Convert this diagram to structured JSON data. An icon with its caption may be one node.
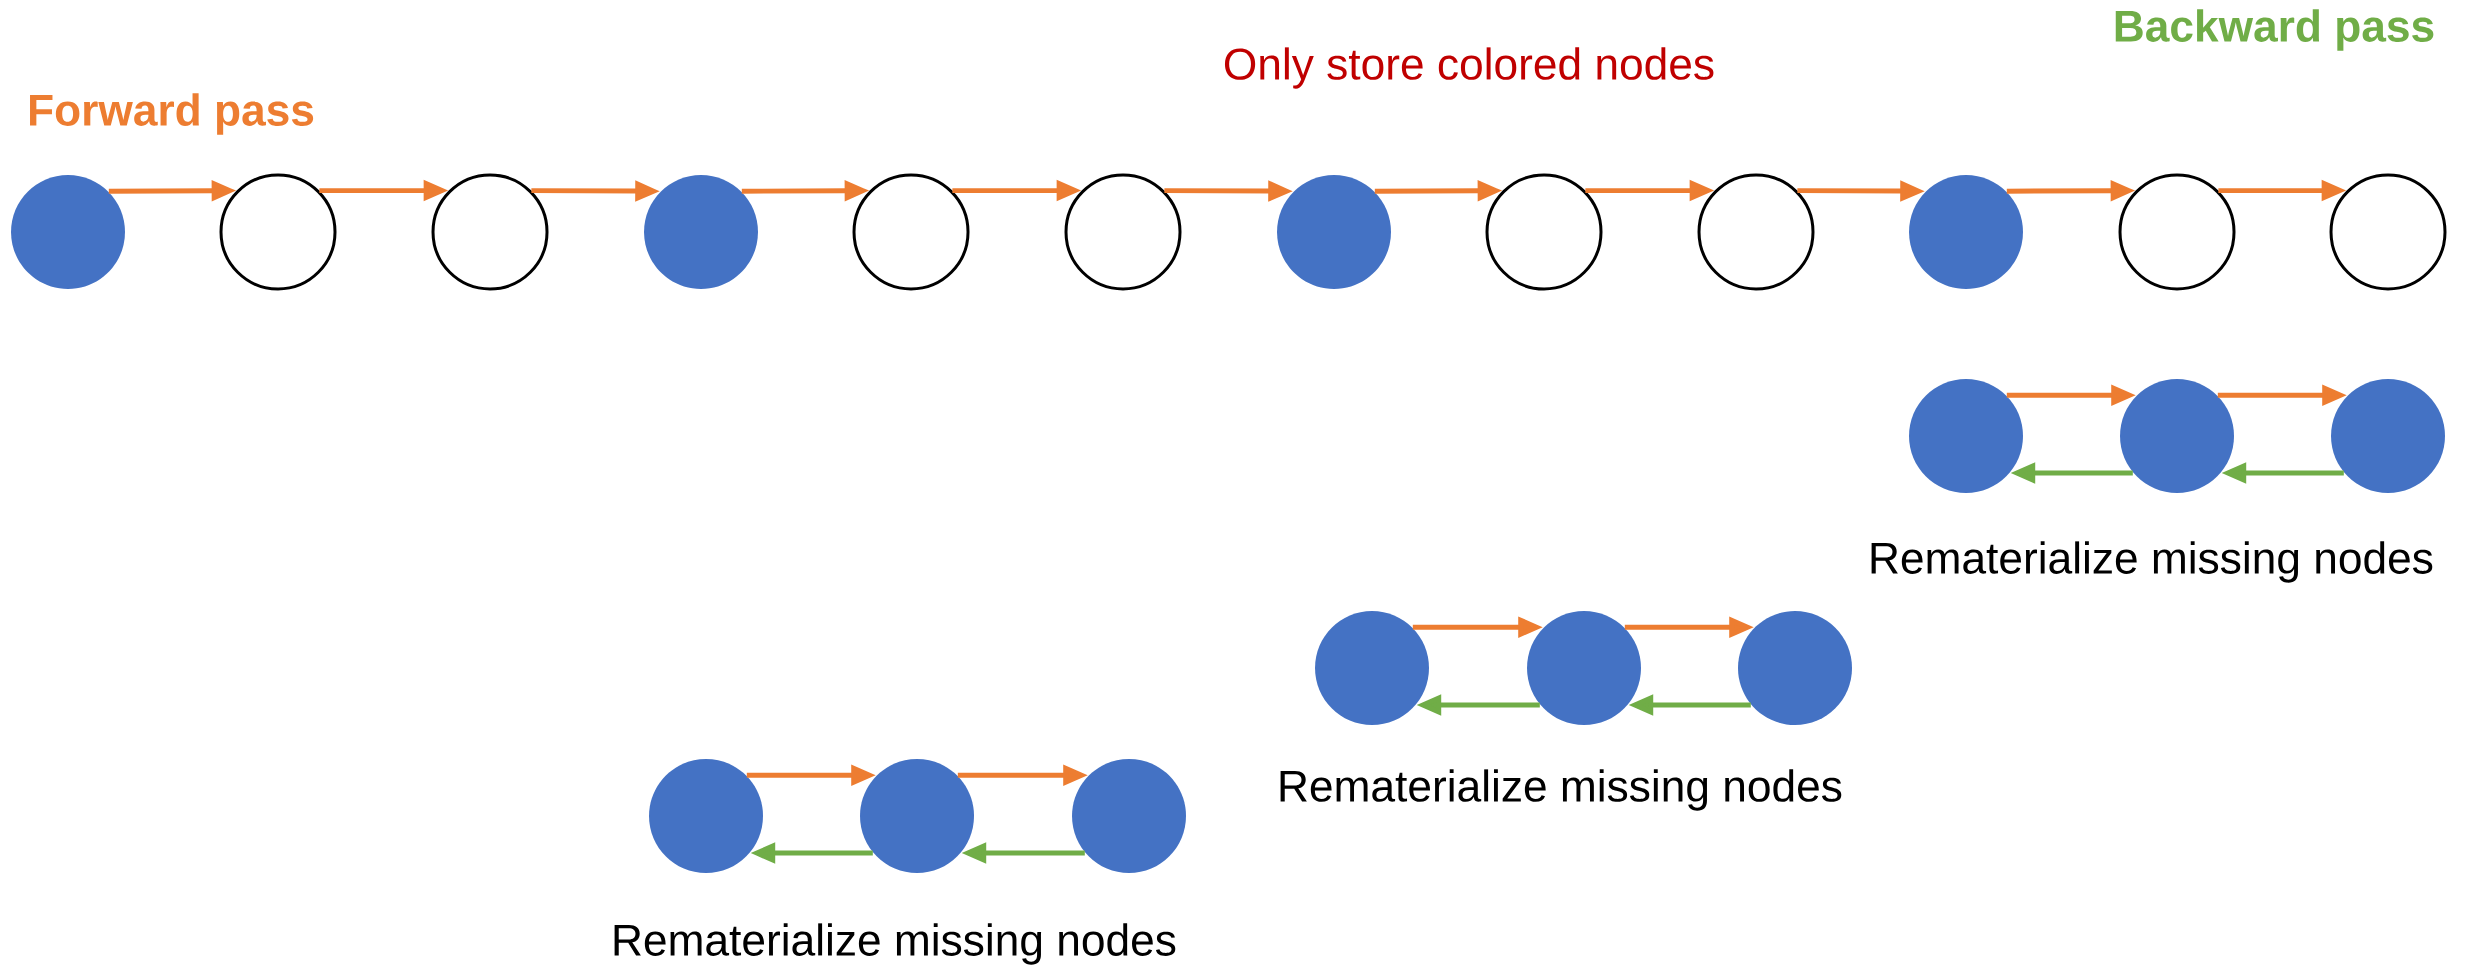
{
  "diagram": {
    "nodes": [
      {
        "text": [],
        "shape": "disc"
      },
      {
        "text": [],
        "shape": "circle"
      },
      {
        "text": [],
        "shape": "circle"
      },
      {
        "text": [],
        "shape": "disc"
      },
      {
        "text": [],
        "shape": "circle"
      },
      {
        "text": [],
        "shape": "circle"
      },
      {
        "text": [],
        "shape": "disc"
      },
      {
        "text": [],
        "shape": "circle"
      },
      {
        "text": [],
        "shape": "circle"
      },
      {
        "text": [],
        "shape": "disc"
      },
      {
        "text": [],
        "shape": "circle"
      },
      {
        "text": [],
        "shape": "circle"
      },
      {
        "text": [],
        "shape": "disc"
      },
      {
        "text": [],
        "shape": "disc"
      },
      {
        "text": [],
        "shape": "disc"
      },
      {
        "text": [],
        "shape": "disc"
      },
      {
        "text": [],
        "shape": "disc"
      },
      {
        "text": [],
        "shape": "disc"
      },
      {
        "text": [],
        "shape": "disc"
      },
      {
        "text": [],
        "shape": "disc"
      },
      {
        "text": [],
        "shape": "disc"
      }
    ],
    "edges": [
      {
        "from": 0,
        "to": 1,
        "arrow": "to"
      },
      {
        "from": 1,
        "to": 2,
        "arrow": "to"
      },
      {
        "from": 2,
        "to": 3,
        "arrow": "to"
      },
      {
        "from": 3,
        "to": 4,
        "arrow": "to"
      },
      {
        "from": 4,
        "to": 5,
        "arrow": "to"
      },
      {
        "from": 5,
        "to": 6,
        "arrow": "to"
      },
      {
        "from": 6,
        "to": 7,
        "arrow": "to"
      },
      {
        "from": 7,
        "to": 8,
        "arrow": "to"
      },
      {
        "from": 8,
        "to": 9,
        "arrow": "to"
      },
      {
        "from": 9,
        "to": 10,
        "arrow": "to"
      },
      {
        "from": 10,
        "to": 11,
        "arrow": "to"
      },
      {
        "from": 12,
        "to": 13,
        "arrow": "to"
      },
      {
        "from": 13,
        "to": 14,
        "arrow": "to"
      },
      {
        "from": 13,
        "to": 12,
        "arrow": "to",
        "color": "#70ad47"
      },
      {
        "from": 14,
        "to": 13,
        "arrow": "to",
        "color": "#70ad47"
      },
      {
        "from": 15,
        "to": 16,
        "arrow": "to"
      },
      {
        "from": 16,
        "to": 17,
        "arrow": "to"
      },
      {
        "from": 16,
        "to": 15,
        "arrow": "to",
        "color": "#70ad47"
      },
      {
        "from": 17,
        "to": 16,
        "arrow": "to",
        "color": "#70ad47"
      },
      {
        "from": 18,
        "to": 19,
        "arrow": "to"
      },
      {
        "from": 19,
        "to": 20,
        "arrow": "to"
      },
      {
        "from": 19,
        "to": 18,
        "arrow": "to",
        "color": "#70ad47"
      },
      {
        "from": 20,
        "to": 19,
        "arrow": "to",
        "color": "#70ad47"
      }
    ],
    "labels": [
      "Backward pass",
      "Only store colored nodes",
      "Forward pass",
      "Rematerialize missing nodes",
      "Rematerialize missing nodes",
      "Rematerialize missing nodes"
    ]
  }
}
